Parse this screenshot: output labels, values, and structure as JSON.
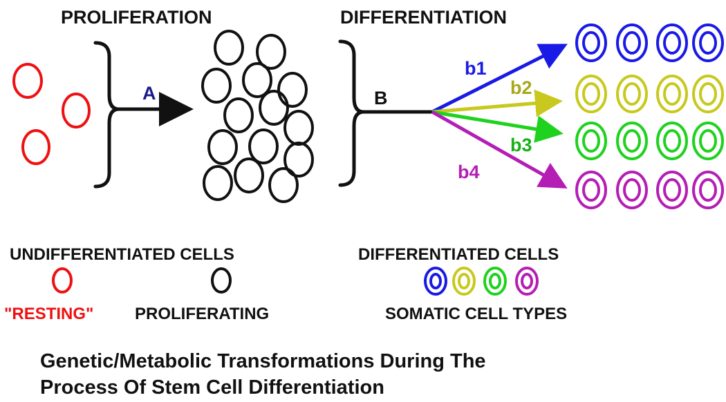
{
  "headings": {
    "proliferation": "PROLIFERATION",
    "differentiation": "DIFFERENTIATION"
  },
  "arrows": {
    "a": "A",
    "b": "B",
    "b1": "b1",
    "b2": "b2",
    "b3": "b3",
    "b4": "b4"
  },
  "legend": {
    "undifferentiated_title": "UNDIFFERENTIATED CELLS",
    "resting": "\"RESTING\"",
    "proliferating": "PROLIFERATING",
    "differentiated_title": "DIFFERENTIATED CELLS",
    "somatic": "SOMATIC CELL TYPES"
  },
  "caption": {
    "line1": "Genetic/Metabolic Transformations During The",
    "line2": "Process Of Stem Cell Differentiation"
  },
  "colors": {
    "resting": "#ee1111",
    "proliferating": "#111111",
    "arrow_a": "#1a1a8c",
    "b1": "#1a1ae6",
    "b2": "#c8c81e",
    "b3": "#1ed21e",
    "b4": "#b41eb4"
  }
}
